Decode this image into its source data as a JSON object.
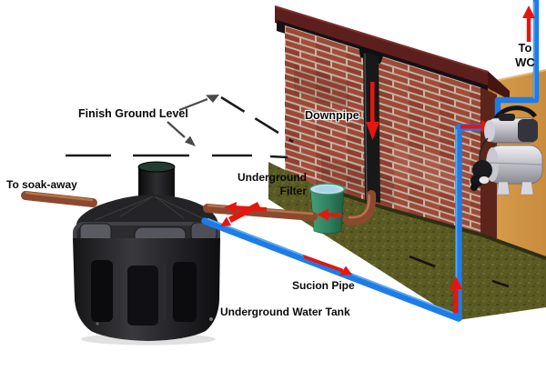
{
  "diagram": {
    "labels": {
      "finish_ground_level": "Finish Ground Level",
      "to_soak_away": "To soak-away",
      "underground_filter": [
        "Underground",
        "Filter"
      ],
      "downpipe": "Downpipe",
      "to_wc": [
        "To",
        "WC"
      ],
      "sucion_pipe": "Sucion Pipe",
      "underground_water_tank": "Underground Water Tank"
    },
    "colors": {
      "background": "#ffffff",
      "flow_arrow_red": "#e8150f",
      "annotation_arrow_gray": "#4a4a4a",
      "ground_level_dash": "#1a1a1a",
      "suction_pipe_blue": "#1d7ce8",
      "collection_pipe_brown": "#8b4a2e",
      "downpipe_black": "#181818",
      "filter_body_green": "#2e8060",
      "filter_lid_blue": "#bfe2ec",
      "brick_red": "#9c4a38",
      "mortar": "#c7b6a6",
      "roof_maroon": "#5c1f1d",
      "house_wall_tan": "#cd9040",
      "ground_olive": "#5a5a24",
      "tank_black": "#1c1c1e",
      "pump_silver": "#c8c8d0"
    }
  }
}
